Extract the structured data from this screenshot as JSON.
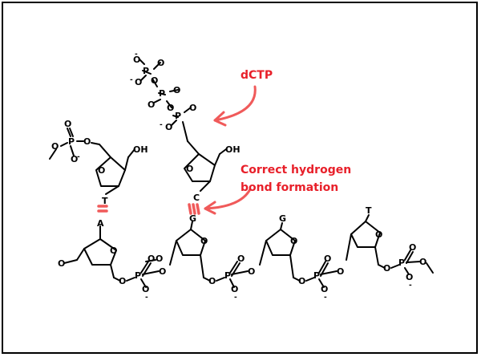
{
  "annotations": {
    "dctp_label": "dCTP",
    "hbond_line1": "Correct hydrogen",
    "hbond_line2": "bond formation"
  },
  "atoms": {
    "O": "O",
    "P": "P",
    "OH": "OH",
    "neg": "-"
  },
  "bases": {
    "template_A": "A",
    "template_G1": "G",
    "template_G2": "G",
    "template_T": "T",
    "primer_T": "T",
    "incoming_C": "C"
  },
  "colors": {
    "annotation": "#e8202a",
    "hydrogen_bond": "#f05a5a",
    "structure": "#000000"
  }
}
